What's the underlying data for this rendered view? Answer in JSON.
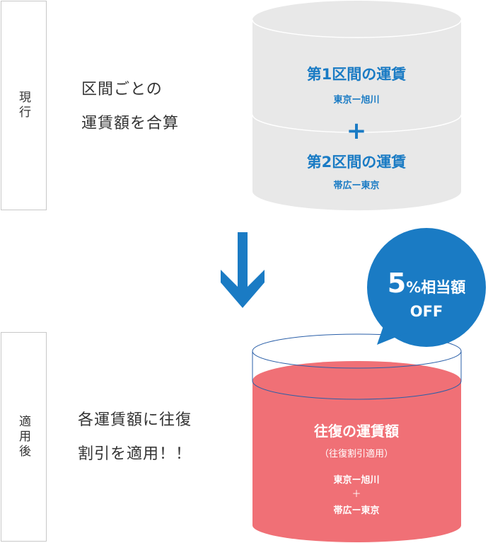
{
  "current": {
    "label": "現行",
    "description": [
      "区間ごとの",
      "運賃額を合算"
    ],
    "segment1": {
      "title": "第1区間の運賃",
      "route": "東京ー旭川"
    },
    "plus": "+",
    "segment2": {
      "title": "第2区間の運賃",
      "route": "帯広ー東京"
    }
  },
  "after": {
    "label": "適用後",
    "description": [
      "各運賃額に往復",
      "割引を適用！！"
    ],
    "badge": {
      "percent": "5",
      "suffix": "%相当額",
      "off": "OFF"
    },
    "title": "往復の運賃額",
    "subtitle": "（往復割引適用）",
    "route1": "東京ー旭川",
    "plus": "＋",
    "route2": "帯広ー東京"
  },
  "colors": {
    "blue": "#1a7bc4",
    "red": "#f07076",
    "gray": "#e8e8e8"
  }
}
